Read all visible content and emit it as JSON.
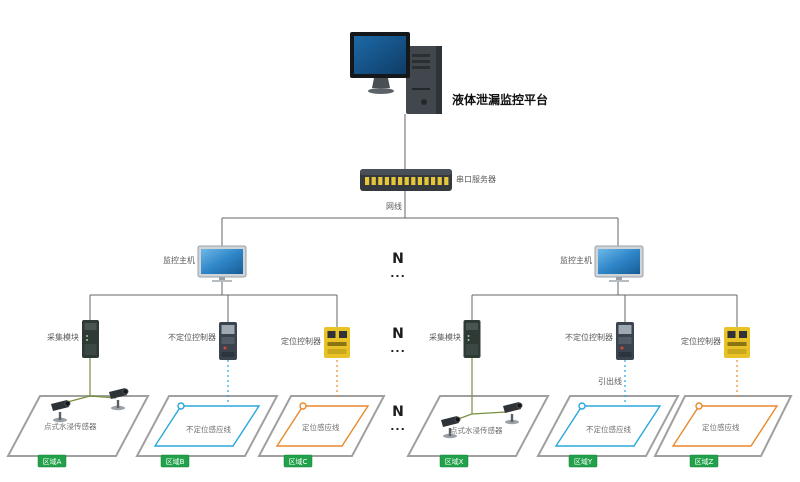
{
  "title": "液体泄漏监控平台",
  "network": {
    "server_label": "串口服务器",
    "cable_label": "网线",
    "lead_wire_label": "引出线",
    "host_label": "监控主机"
  },
  "ellipsis": {
    "n": "N",
    "dots": "..."
  },
  "modules": {
    "collector": "采集模块",
    "non_positioning_controller": "不定位控制器",
    "positioning_controller": "定位控制器"
  },
  "sensors": {
    "point_sensor": "点式水浸传感器",
    "non_positioning_cable": "不定位感应线",
    "positioning_cable": "定位感应线"
  },
  "zones": [
    "区域A",
    "区域B",
    "区域C",
    "区域X",
    "区域Y",
    "区域Z"
  ],
  "colors": {
    "badge_green": "#21a14a",
    "loop_blue": "#2aa7dc",
    "loop_orange": "#e8892b",
    "screen_blue": "#2f86c8",
    "device_yellow": "#e9c227",
    "zone_border": "#a0a0a0",
    "sensor_wire_green": "#76903c"
  }
}
